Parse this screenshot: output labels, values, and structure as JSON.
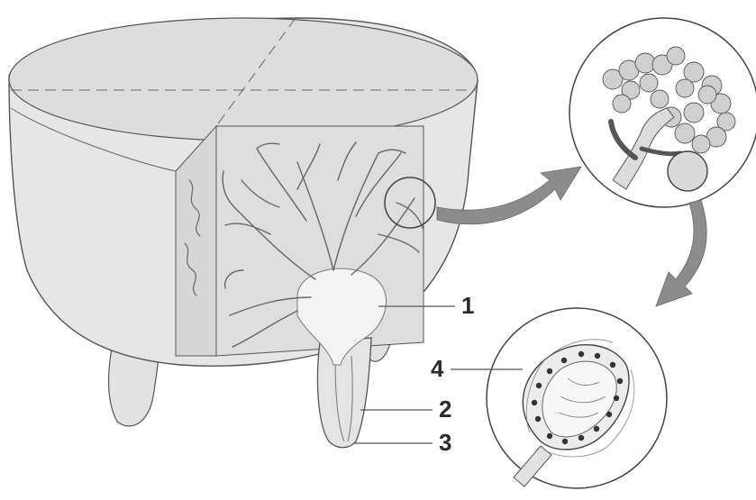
{
  "labels": {
    "one": "1",
    "two": "2",
    "three": "3",
    "four": "4"
  },
  "colors": {
    "body_fill": "#e6e6e6",
    "cut_fill": "#dcdcdc",
    "outline": "#555555",
    "duct_fill": "#f4f4f4",
    "arrow_fill": "#8c8c8c",
    "dot": "#333333"
  },
  "icons": [
    "udder-diagram",
    "lobe-magnifier-circle",
    "alveolus-magnifier-circle",
    "pointer-arrow"
  ]
}
